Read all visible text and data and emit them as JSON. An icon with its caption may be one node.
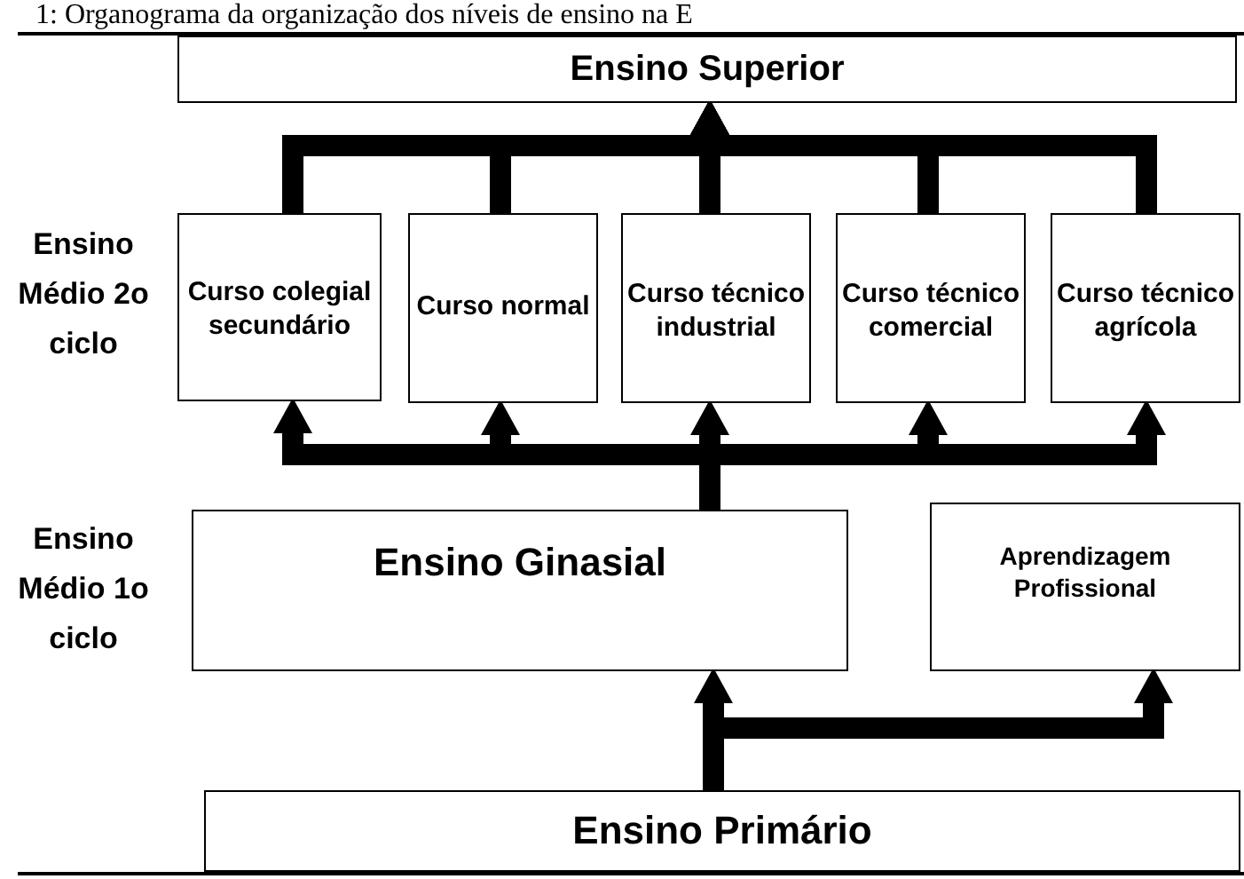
{
  "diagram": {
    "title": "1: Organograma da organização dos níveis de ensino na E",
    "nodes": [
      {
        "text": [
          "Ensino Superior"
        ]
      },
      {
        "text": [
          "Curso colegial secundário"
        ]
      },
      {
        "text": [
          "Curso normal"
        ]
      },
      {
        "text": [
          "Curso técnico industrial"
        ]
      },
      {
        "text": [
          "Curso técnico comercial"
        ]
      },
      {
        "text": [
          "Curso técnico agrícola"
        ]
      },
      {
        "text": [
          "Ensino Ginasial"
        ]
      },
      {
        "text": [
          "Aprendizagem Profissional"
        ]
      },
      {
        "text": [
          "Ensino Primário"
        ]
      }
    ],
    "edges": [
      {
        "from": 1,
        "to": 0,
        "arrow": "to"
      },
      {
        "from": 2,
        "to": 0,
        "arrow": "to"
      },
      {
        "from": 3,
        "to": 0,
        "arrow": "to"
      },
      {
        "from": 4,
        "to": 0,
        "arrow": "to"
      },
      {
        "from": 5,
        "to": 0,
        "arrow": "to"
      },
      {
        "from": 6,
        "to": 1,
        "arrow": "to"
      },
      {
        "from": 6,
        "to": 2,
        "arrow": "to"
      },
      {
        "from": 6,
        "to": 3,
        "arrow": "to"
      },
      {
        "from": 6,
        "to": 4,
        "arrow": "to"
      },
      {
        "from": 6,
        "to": 5,
        "arrow": "to"
      },
      {
        "from": 8,
        "to": 6,
        "arrow": "to"
      },
      {
        "from": 8,
        "to": 7,
        "arrow": "to"
      }
    ],
    "labels": [
      "Ensino Médio 2o ciclo",
      "Ensino Médio 1o ciclo"
    ]
  }
}
